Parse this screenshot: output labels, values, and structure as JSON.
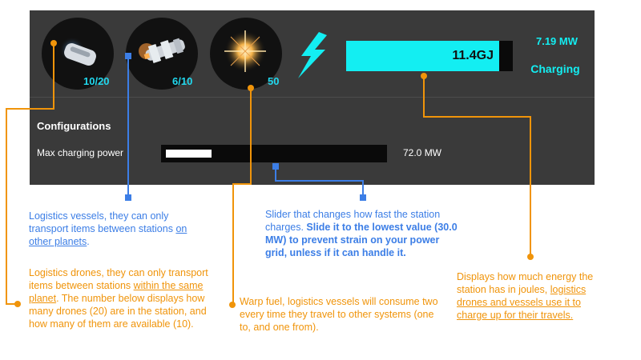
{
  "station": {
    "slots": [
      {
        "name": "logistics-drones",
        "count": "10/20",
        "icon": "drone-icon"
      },
      {
        "name": "logistics-vessels",
        "count": "6/10",
        "icon": "vessel-icon"
      },
      {
        "name": "warp-fuel",
        "count": "50",
        "icon": "warper-icon"
      }
    ],
    "energy": {
      "stored_text": "11.4GJ",
      "fill_fraction": 0.92
    },
    "charge_power": "7.19 MW",
    "status": "Charging"
  },
  "config": {
    "title": "Configurations",
    "max_power_label": "Max charging power",
    "max_power_value": "72.0 MW",
    "slider_fraction": 0.21
  },
  "annotations": {
    "vessels": {
      "text": "Logistics vessels, they can only transport items between stations ",
      "link": "on other planets",
      "end": "."
    },
    "drones": {
      "pre": "Logistics drones, they can only transport items between stations ",
      "link": "within the same planet",
      "post": ". The number below displays how many drones (20) are in the station, and how many of them are available (10)."
    },
    "slider": {
      "pre": "Slider that changes how fast the station charges. ",
      "bold": "Slide it to the lowest value (30.0 MW) to prevent strain on your power grid, unless if it can handle it."
    },
    "fuel": {
      "text": "Warp fuel, logistics vessels will consume two every time they travel to other systems (one to, and one from)."
    },
    "energy": {
      "pre": "Displays how much energy the station has in joules, ",
      "link": "logistics drones and vessels use it to charge up for their travels."
    }
  },
  "colors": {
    "accent_cyan": "#13eef2",
    "count_cyan": "#21d8ee",
    "annotation_blue": "#3c7ee6",
    "annotation_orange": "#f0940a",
    "panel_bg": "#3a3a3a"
  }
}
